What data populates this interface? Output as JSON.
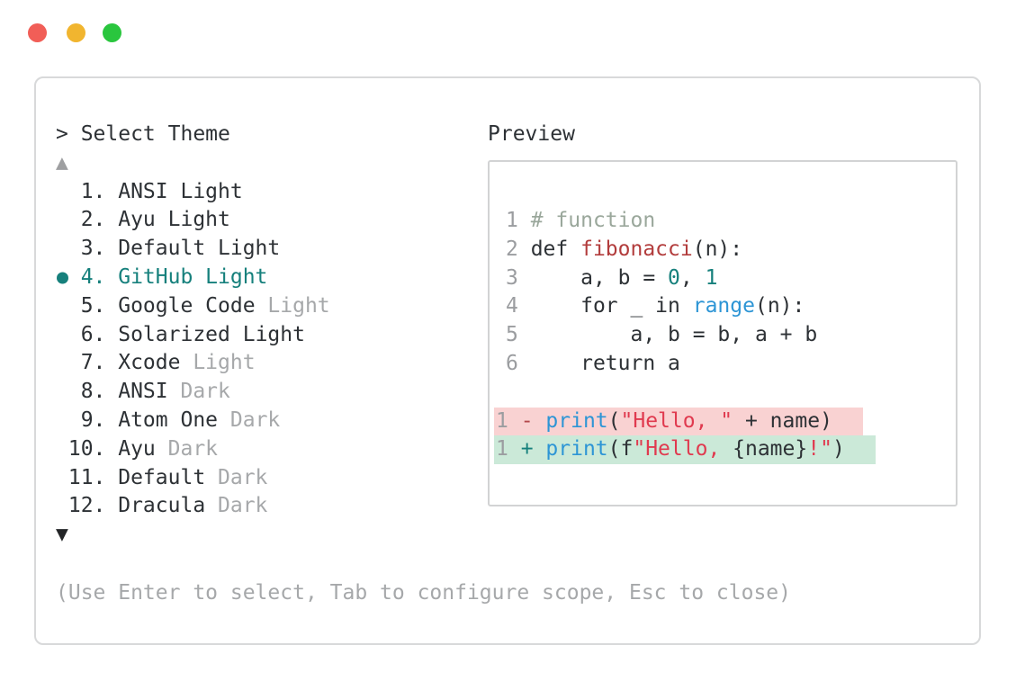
{
  "colors": {
    "text": "#2d3135",
    "dim": "#a6a8aa",
    "ln": "#9b9da0",
    "arrow_gray": "#9e9fa1",
    "arrow_dark": "#232527",
    "accent_teal": "#16807c",
    "comment": "#9aa79b",
    "function_red": "#b23c3c",
    "string_red": "#e03a4f",
    "blue": "#2d95d5",
    "minus_red": "#b3484b",
    "diff_removed_bg": "#f9d2d2",
    "diff_added_bg": "#cbe9d8",
    "traffic_red": "#f15e57",
    "traffic_yellow": "#f1b52f",
    "traffic_green": "#2ac63e"
  },
  "window": {
    "controls": [
      "close",
      "minimize",
      "maximize"
    ]
  },
  "picker": {
    "prompt": "> Select Theme",
    "scroll_up_symbol": "▲",
    "scroll_down_symbol": "▼",
    "items": [
      {
        "number": "1",
        "name": "ANSI",
        "variant": "Light",
        "variant_dimmed": false,
        "selected": false
      },
      {
        "number": "2",
        "name": "Ayu",
        "variant": "Light",
        "variant_dimmed": false,
        "selected": false
      },
      {
        "number": "3",
        "name": "Default",
        "variant": "Light",
        "variant_dimmed": false,
        "selected": false
      },
      {
        "number": "4",
        "name": "GitHub",
        "variant": "Light",
        "variant_dimmed": false,
        "selected": true
      },
      {
        "number": "5",
        "name": "Google Code",
        "variant": "Light",
        "variant_dimmed": true,
        "selected": false
      },
      {
        "number": "6",
        "name": "Solarized",
        "variant": "Light",
        "variant_dimmed": false,
        "selected": false
      },
      {
        "number": "7",
        "name": "Xcode",
        "variant": "Light",
        "variant_dimmed": true,
        "selected": false
      },
      {
        "number": "8",
        "name": "ANSI",
        "variant": "Dark",
        "variant_dimmed": true,
        "selected": false
      },
      {
        "number": "9",
        "name": "Atom One",
        "variant": "Dark",
        "variant_dimmed": true,
        "selected": false
      },
      {
        "number": "10",
        "name": "Ayu",
        "variant": "Dark",
        "variant_dimmed": true,
        "selected": false
      },
      {
        "number": "11",
        "name": "Default",
        "variant": "Dark",
        "variant_dimmed": true,
        "selected": false
      },
      {
        "number": "12",
        "name": "Dracula",
        "variant": "Dark",
        "variant_dimmed": true,
        "selected": false
      }
    ],
    "footer_hint": "(Use Enter to select, Tab to configure scope, Esc to close)"
  },
  "preview": {
    "label": "Preview",
    "code_lines": [
      {
        "tokens": [
          [
            "ln",
            "1 "
          ],
          [
            "comment",
            "# function"
          ]
        ]
      },
      {
        "tokens": [
          [
            "ln",
            "2 "
          ],
          [
            "text",
            "def "
          ],
          [
            "function",
            "fibonacci"
          ],
          [
            "text",
            "(n):"
          ]
        ]
      },
      {
        "tokens": [
          [
            "ln",
            "3 "
          ],
          [
            "text",
            "    a, b = "
          ],
          [
            "number",
            "0"
          ],
          [
            "text",
            ", "
          ],
          [
            "number",
            "1"
          ]
        ]
      },
      {
        "tokens": [
          [
            "ln",
            "4 "
          ],
          [
            "text",
            "    for _ in "
          ],
          [
            "builtin",
            "range"
          ],
          [
            "text",
            "(n):"
          ]
        ]
      },
      {
        "tokens": [
          [
            "ln",
            "5 "
          ],
          [
            "text",
            "        a, b = b, a + b"
          ]
        ]
      },
      {
        "tokens": [
          [
            "ln",
            "6 "
          ],
          [
            "text",
            "    return a"
          ]
        ]
      }
    ],
    "diff_lines": [
      {
        "type": "removed",
        "tokens": [
          [
            "ln",
            "1 "
          ],
          [
            "minus",
            "- "
          ],
          [
            "builtin",
            "print"
          ],
          [
            "text",
            "("
          ],
          [
            "string",
            "\"Hello, \""
          ],
          [
            "text",
            " + name)"
          ]
        ]
      },
      {
        "type": "added",
        "tokens": [
          [
            "ln",
            "1 "
          ],
          [
            "plus",
            "+ "
          ],
          [
            "builtin",
            "print"
          ],
          [
            "text",
            "(f"
          ],
          [
            "string",
            "\"Hello, "
          ],
          [
            "text",
            "{name}"
          ],
          [
            "string",
            "!\""
          ],
          [
            "text",
            ")"
          ]
        ]
      }
    ]
  }
}
